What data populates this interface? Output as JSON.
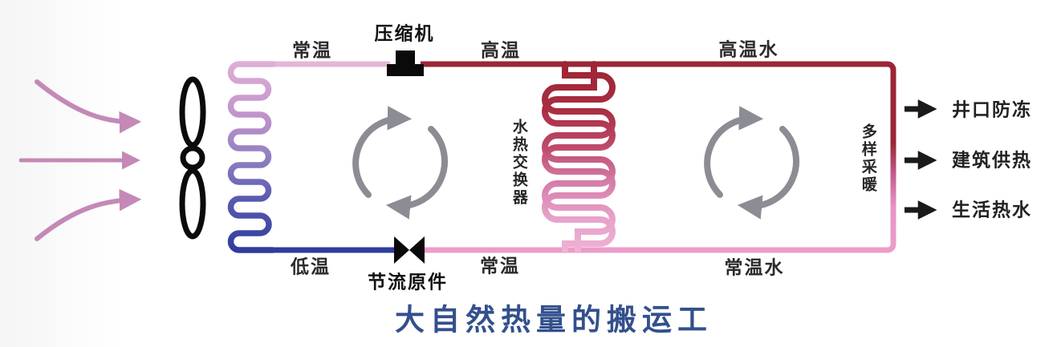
{
  "title": {
    "text": "大自然热量的搬运工",
    "color": "#33508c"
  },
  "flow_labels": {
    "ambient_top": "常温",
    "compressor": "压缩机",
    "high_temp": "高温",
    "high_temp_water": "高温水",
    "low_temp": "低温",
    "throttle": "节流原件",
    "ambient_bottom": "常温",
    "ambient_water": "常温水"
  },
  "units": {
    "water_heat_exchanger": "水热交换器",
    "multi_heating": "多样采暖"
  },
  "outputs": [
    {
      "label": "井口防冻"
    },
    {
      "label": "建筑供热"
    },
    {
      "label": "生活热水"
    }
  ],
  "icons": {
    "air_flow_arrows": "three-curved-right-arrows",
    "fan": "two-blade-propeller",
    "evaporator_coil": "serpentine-coil-pink-to-blue",
    "compressor_icon": "black-pedestal-block",
    "throttle_valve_icon": "black-bowtie-valve",
    "heat_exchanger_coil": "double-serpentine-coil-red-to-pink",
    "cycle_arrows": "clockwise-circular-arrows",
    "output_arrow": "black-right-arrow"
  },
  "colors": {
    "air_arrow": "#c489b6",
    "coil_top_pink": "#d9a8d4",
    "coil_bottom_blue": "#2e3c9c",
    "line_ambient_pink": "#e4b6d8",
    "line_hot_red": "#9b2636",
    "line_water_pink": "#ec9cc8",
    "cycle_gray": "#8c8c94",
    "label_dark": "#2b2b2b"
  }
}
